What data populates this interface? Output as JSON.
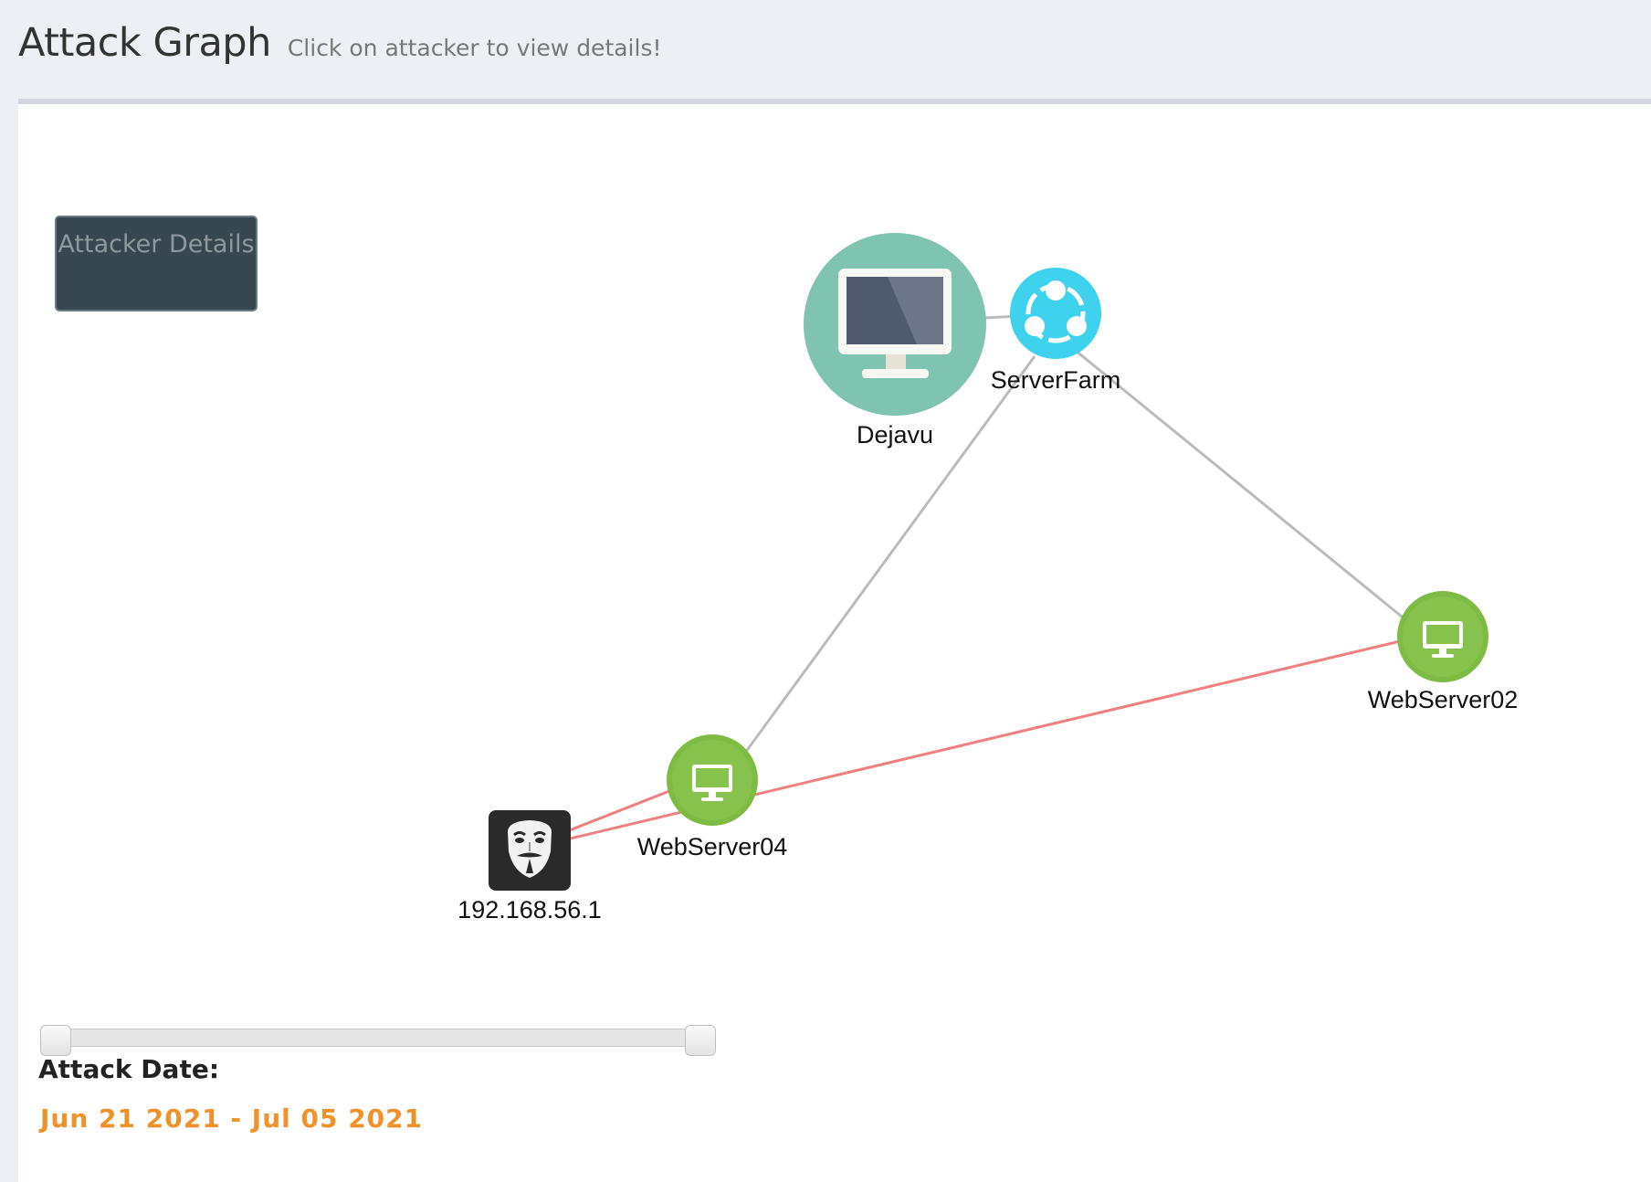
{
  "header": {
    "title": "Attack Graph",
    "subtitle": "Click on attacker to view details!"
  },
  "panel": {
    "attacker_details_label": "Attacker Details"
  },
  "graph": {
    "nodes": [
      {
        "id": "dejavu",
        "label": "Dejavu",
        "icon": "monitor-icon",
        "color": "#7ec4b0"
      },
      {
        "id": "serverfarm",
        "label": "ServerFarm",
        "icon": "share-icon",
        "color": "#3fd2ee"
      },
      {
        "id": "webserver02",
        "label": "WebServer02",
        "icon": "monitor-icon",
        "color": "#7dbb42"
      },
      {
        "id": "webserver04",
        "label": "WebServer04",
        "icon": "monitor-icon",
        "color": "#7dbb42"
      },
      {
        "id": "attacker",
        "label": "192.168.56.1",
        "icon": "anonymous-mask-icon",
        "color": "#2a2a2a"
      }
    ],
    "edges": [
      {
        "from": "dejavu",
        "to": "serverfarm",
        "type": "network",
        "color": "#bbbbbb"
      },
      {
        "from": "serverfarm",
        "to": "webserver04",
        "type": "network",
        "color": "#bbbbbb"
      },
      {
        "from": "serverfarm",
        "to": "webserver02",
        "type": "network",
        "color": "#bbbbbb"
      },
      {
        "from": "attacker",
        "to": "webserver04",
        "type": "attack",
        "color": "#f08080"
      },
      {
        "from": "attacker",
        "to": "webserver02",
        "type": "attack",
        "color": "#f08080"
      }
    ]
  },
  "filter": {
    "label": "Attack Date:",
    "range": "Jun 21 2021 - Jul 05 2021"
  }
}
